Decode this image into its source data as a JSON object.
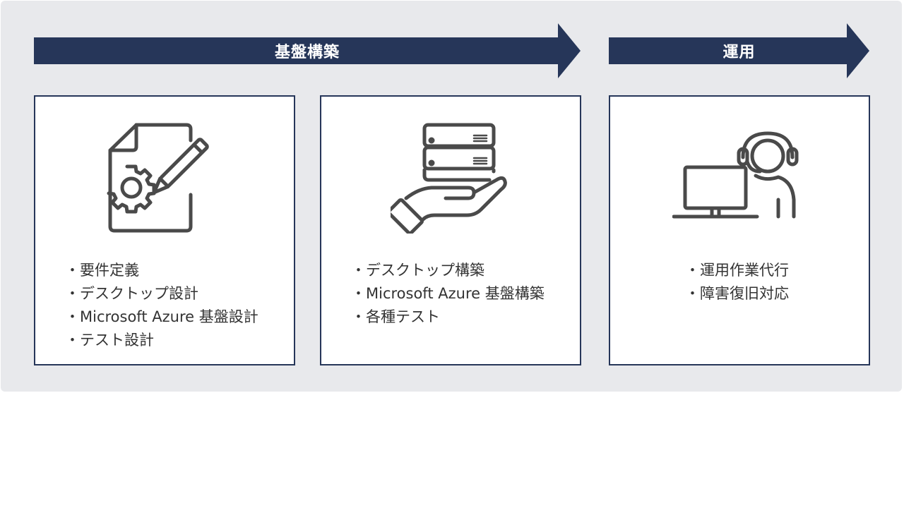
{
  "phases": [
    {
      "label": "基盤構築"
    },
    {
      "label": "運用"
    }
  ],
  "cards": [
    {
      "icon": "document-gear-pencil-icon",
      "items": [
        "要件定義",
        "デスクトップ設計",
        "Microsoft Azure 基盤設計",
        "テスト設計"
      ]
    },
    {
      "icon": "server-hand-icon",
      "items": [
        "デスクトップ構築",
        "Microsoft Azure 基盤構築",
        "各種テスト"
      ]
    },
    {
      "icon": "operator-monitor-icon",
      "items": [
        "運用作業代行",
        "障害復旧対応"
      ]
    }
  ],
  "colors": {
    "navy": "#263659",
    "panel": "#e8e9ec",
    "icon": "#4a4a4a"
  }
}
